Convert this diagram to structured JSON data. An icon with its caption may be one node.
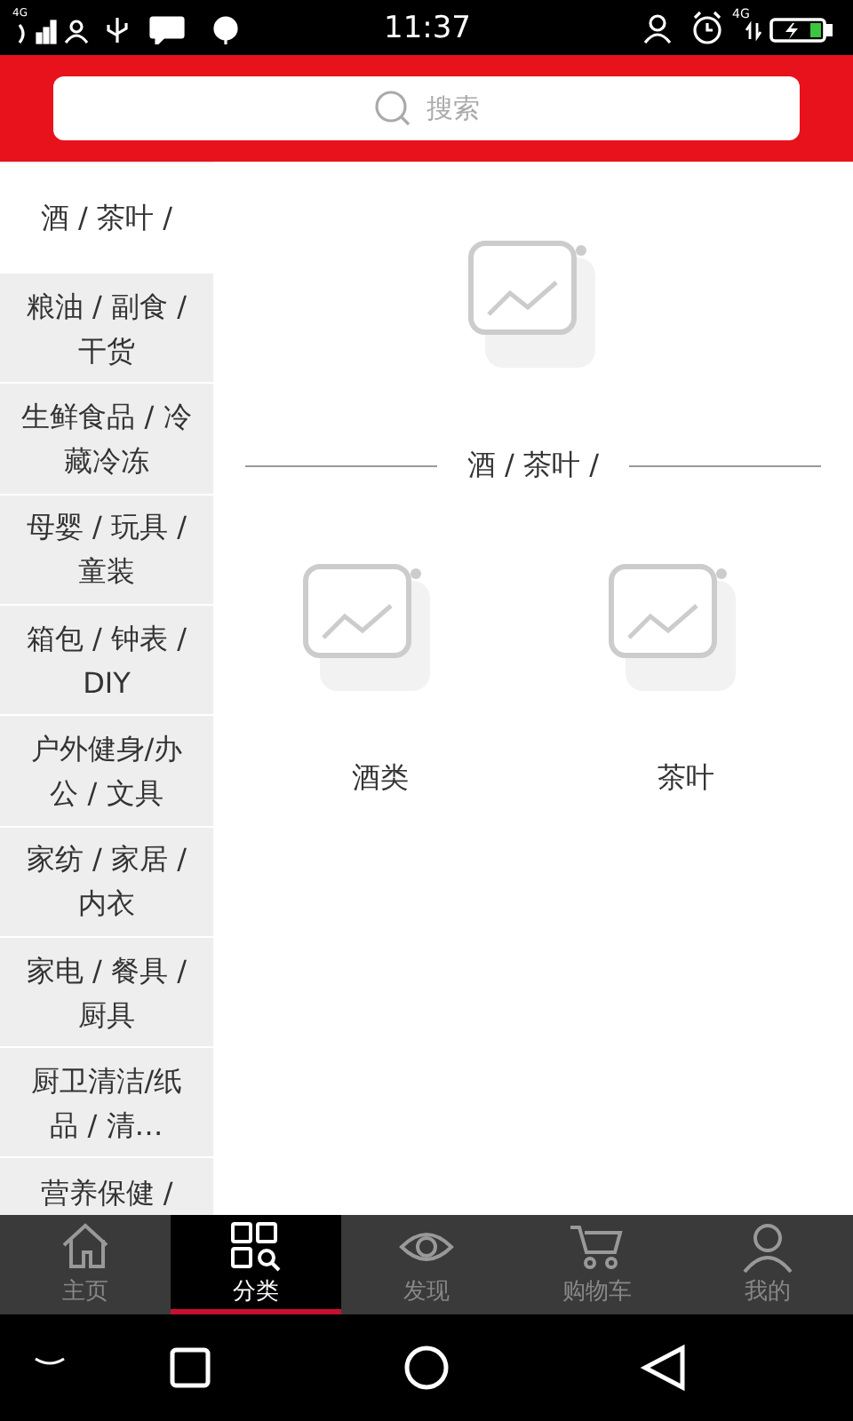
{
  "diagram": {
    "nodes": [
      {
        "text": [
          "搜索"
        ]
      },
      {
        "text": [
          "酒 / 茶叶 /"
        ]
      },
      {
        "text": [
          "粮油 / 副食 / 干货"
        ]
      },
      {
        "text": [
          "生鲜食品 / 冷藏冷冻"
        ]
      },
      {
        "text": [
          "母婴 / 玩具 / 童装"
        ]
      },
      {
        "text": [
          "箱包 / 钟表 / DIY"
        ]
      },
      {
        "text": [
          "户外健身/办公 / 文具"
        ]
      },
      {
        "text": [
          "家纺 / 家居 / 内衣"
        ]
      },
      {
        "text": [
          "家电 / 餐具 / 厨具"
        ]
      },
      {
        "text": [
          "厨卫清洁/纸品 / 清…"
        ]
      },
      {
        "text": [
          "营养保健 /"
        ]
      },
      {
        "text": [],
        "shape": "picture"
      },
      {
        "text": [
          "酒类"
        ]
      },
      {
        "text": [
          "茶叶"
        ]
      },
      {
        "text": [
          "主页"
        ]
      },
      {
        "text": [
          "分类"
        ]
      },
      {
        "text": [
          "发现"
        ]
      },
      {
        "text": [
          "购物车"
        ]
      },
      {
        "text": [
          "我的"
        ]
      }
    ],
    "labels": [
      "4G",
      "11:37",
      "4G",
      "酒 / 茶叶 /"
    ]
  }
}
